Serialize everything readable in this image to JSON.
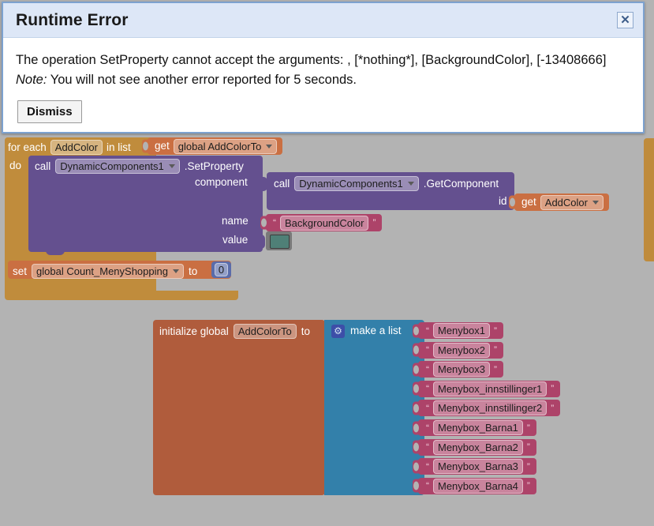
{
  "dialog": {
    "title": "Runtime Error",
    "close_label": "✕",
    "message": "The operation SetProperty cannot accept the arguments: , [*nothing*], [BackgroundColor], [-13408666]",
    "note_prefix": "Note:",
    "note_text": "You will not see another error reported for 5 seconds.",
    "dismiss_label": "Dismiss"
  },
  "blocks": {
    "for_each": {
      "lead": "for each",
      "var": "AddColor",
      "in_list": "in list",
      "do": "do",
      "get_label": "get",
      "get_value": "global AddColorTo"
    },
    "set_property": {
      "call": "call",
      "component_name": "DynamicComponents1",
      "method": ".SetProperty",
      "arg_component": "component",
      "arg_name": "name",
      "arg_value": "value"
    },
    "get_component": {
      "call": "call",
      "component_name": "DynamicComponents1",
      "method": ".GetComponent",
      "arg_id": "id",
      "get_label": "get",
      "get_value": "AddColor"
    },
    "text_background_color": "BackgroundColor",
    "color_swatch_hex": "#4f8077",
    "set_global": {
      "set": "set",
      "var": "global Count_MenyShopping",
      "to": "to",
      "value": "0"
    },
    "init_global": {
      "lead": "initialize global",
      "var": "AddColorTo",
      "to": "to",
      "mutator_icon": "gear-icon",
      "make_a_list": "make a list",
      "items": [
        "Menybox1",
        "Menybox2",
        "Menybox3",
        "Menybox_innstillinger1",
        "Menybox_innstillinger2",
        "Menybox_Barna1",
        "Menybox_Barna2",
        "Menybox_Barna3",
        "Menybox_Barna4"
      ]
    }
  },
  "palette": {
    "control_gold": "#c08c3c",
    "variable_orange": "#ca6f42",
    "init_orange": "#b05c3c",
    "procedure_purple": "#64508f",
    "text_magenta": "#ad4369",
    "list_blue": "#3380aa",
    "math_blue": "#5a6caa",
    "canvas_gray": "#b3b3b3",
    "dialog_header_blue": "#dde7f7",
    "dialog_border_blue": "#7da2d0"
  }
}
